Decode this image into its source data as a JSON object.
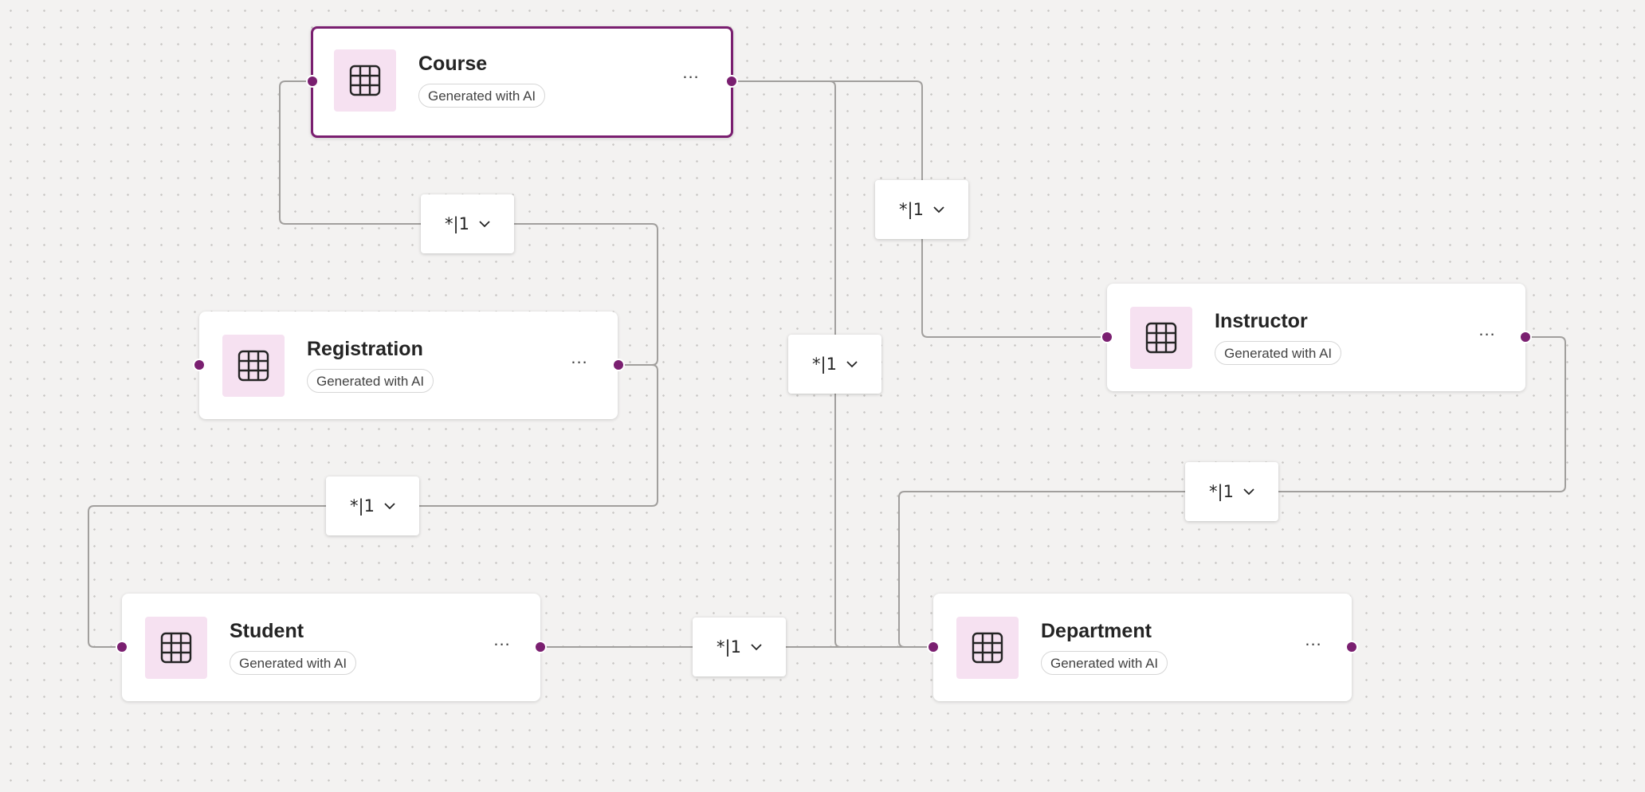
{
  "canvas": {
    "accent_color": "#7a1f70",
    "icon_tile_color": "#f6e1f1",
    "background_color": "#f3f2f1",
    "connector_color": "#a19f9d"
  },
  "tables": [
    {
      "id": "course",
      "name": "Course",
      "badge": "Generated with AI",
      "icon": "table-grid-icon",
      "more": "...",
      "selected": true
    },
    {
      "id": "registration",
      "name": "Registration",
      "badge": "Generated with AI",
      "icon": "table-grid-icon",
      "more": "...",
      "selected": false
    },
    {
      "id": "instructor",
      "name": "Instructor",
      "badge": "Generated with AI",
      "icon": "table-grid-icon",
      "more": "...",
      "selected": false
    },
    {
      "id": "student",
      "name": "Student",
      "badge": "Generated with AI",
      "icon": "table-grid-icon",
      "more": "...",
      "selected": false
    },
    {
      "id": "department",
      "name": "Department",
      "badge": "Generated with AI",
      "icon": "table-grid-icon",
      "more": "...",
      "selected": false
    }
  ],
  "relationships": [
    {
      "id": "course-registration",
      "cardinality": "*|1",
      "icon": "chevron-down-icon"
    },
    {
      "id": "course-instructor",
      "cardinality": "*|1",
      "icon": "chevron-down-icon"
    },
    {
      "id": "course-department",
      "cardinality": "*|1",
      "icon": "chevron-down-icon"
    },
    {
      "id": "registration-student",
      "cardinality": "*|1",
      "icon": "chevron-down-icon"
    },
    {
      "id": "instructor-department",
      "cardinality": "*|1",
      "icon": "chevron-down-icon"
    },
    {
      "id": "student-department",
      "cardinality": "*|1",
      "icon": "chevron-down-icon"
    }
  ]
}
